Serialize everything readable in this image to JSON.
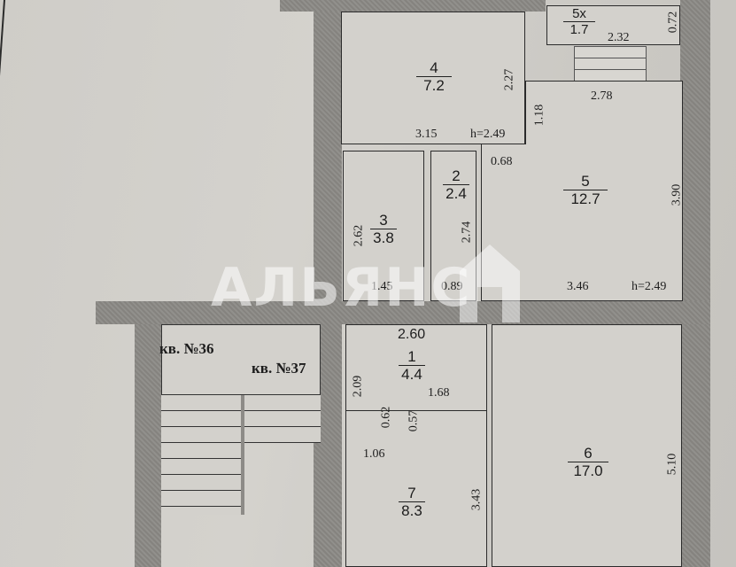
{
  "plan": {
    "watermark": "АЛЬЯНС",
    "rooms": [
      {
        "id": "4",
        "number": "4",
        "area": "7.2"
      },
      {
        "id": "5x",
        "number": "5х",
        "area": "1.7"
      },
      {
        "id": "5",
        "number": "5",
        "area": "12.7"
      },
      {
        "id": "3",
        "number": "3",
        "area": "3.8"
      },
      {
        "id": "2",
        "number": "2",
        "area": "2.4"
      },
      {
        "id": "1",
        "number": "1",
        "area": "4.4"
      },
      {
        "id": "7",
        "number": "7",
        "area": "8.3"
      },
      {
        "id": "6",
        "number": "6",
        "area": "17.0"
      }
    ],
    "dimensions": {
      "room4_height": "2.27",
      "room4_width": "3.15",
      "ceiling_h_upper": "h=2.49",
      "room5x_width": "2.32",
      "room5x_height": "0.72",
      "room5_top": "2.78",
      "room5_left_upper": "1.18",
      "room5_left_lower": "0.68",
      "room5_height": "3.90",
      "room5_width": "3.46",
      "ceiling_h_room5": "h=2.49",
      "room3_height": "2.62",
      "room3_width": "1.45",
      "room2_height": "2.74",
      "room2_width": "0.89",
      "room1_width": "2.60",
      "room1_height": "2.09",
      "room1_inner": "1.68",
      "room1_step_a": "0.62",
      "room1_step_b": "0.57",
      "room7_top": "1.06",
      "room7_height": "3.43",
      "room6_height": "5.10"
    },
    "apartments": [
      {
        "label": "кв. №36"
      },
      {
        "label": "кв. №37"
      }
    ]
  }
}
